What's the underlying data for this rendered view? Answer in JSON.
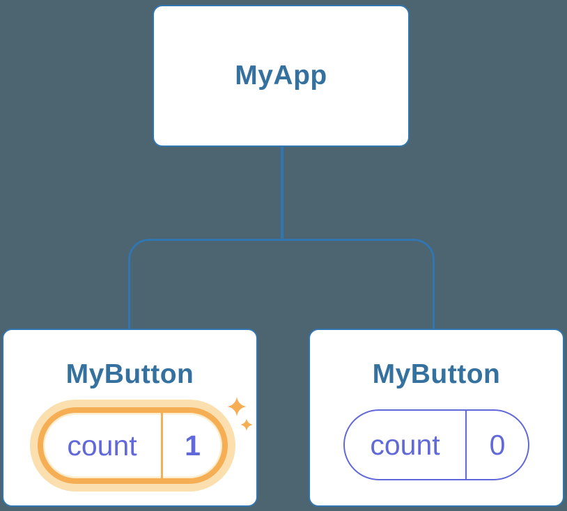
{
  "background": "#4C6570",
  "colors": {
    "node_border": "#3176B0",
    "node_label_blue": "#35719F",
    "state_indigo": "#6168D9",
    "highlight_orange": "#F5AE53",
    "highlight_glow": "#FBDFAF",
    "node_background": "#FFFFFF"
  },
  "tree": {
    "root": {
      "label": "MyApp"
    },
    "children": [
      {
        "label": "MyButton",
        "state": {
          "name": "count",
          "value": "1",
          "highlighted": true
        }
      },
      {
        "label": "MyButton",
        "state": {
          "name": "count",
          "value": "0",
          "highlighted": false
        }
      }
    ]
  },
  "icons": {
    "sparkle": "sparkle-icon"
  }
}
